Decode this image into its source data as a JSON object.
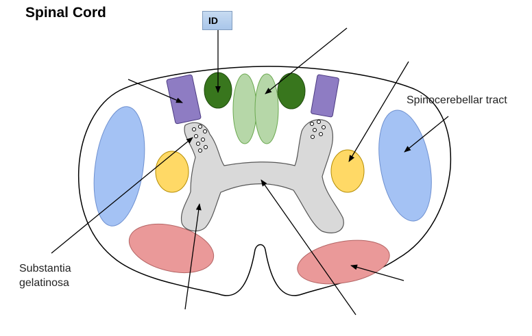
{
  "title": "Spinal Cord",
  "id_badge": "ID",
  "labels": {
    "spinocerebellar": "Spinocerebellar tract",
    "substantia_line1": "Substantia",
    "substantia_line2": "gelatinosa"
  },
  "colors": {
    "lateral_tract": "#a4c2f4",
    "anterior_tract": "#ea9999",
    "dorsal_column_outer": "#38761d",
    "dorsal_column_inner": "#b6d7a8",
    "root_entry": "#8e7cc3",
    "nucleus": "#ffd966",
    "grey_matter": "#d9d9d9",
    "outline": "#000000"
  }
}
